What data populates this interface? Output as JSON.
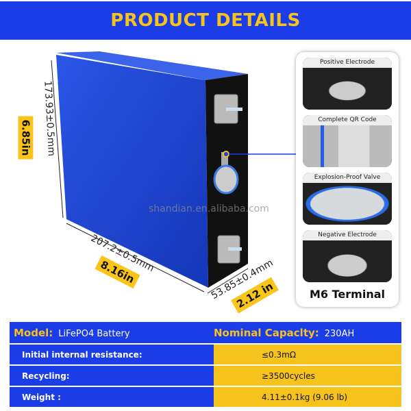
{
  "header": {
    "title": "PRODUCT DETAILS"
  },
  "dimensions": {
    "height_mm": "173.93±0.5mm",
    "height_in": "6.85in",
    "length_mm": "207.2±0.5mm",
    "length_in": "8.16in",
    "width_mm": "53.85±0.4mm",
    "width_in": "2.12 in"
  },
  "watermark": "shandian.en.alibaba.com",
  "detail_panel": {
    "cards": [
      {
        "label": "Positive Electrode"
      },
      {
        "label": "Complete QR Code"
      },
      {
        "label": "Explosion-Proof Valve"
      },
      {
        "label": "Negative Electrode"
      }
    ],
    "footer": "M6 Terminal"
  },
  "specs": {
    "model_label": "Model:",
    "model_value": "LiFePO4 Battery",
    "capacity_label": "Nominal Capaclty:",
    "capacity_value": "230AH",
    "rows": [
      {
        "label": "Initial internal resistance:",
        "value": "≤0.3mΩ"
      },
      {
        "label": "Recycling:",
        "value": "≥3500cycles"
      },
      {
        "label": "Weight :",
        "value": "4.11±0.1kg (9.06 lb)"
      }
    ]
  },
  "colors": {
    "brand_blue": "#1a3de8",
    "accent_yellow": "#f6c21c"
  }
}
